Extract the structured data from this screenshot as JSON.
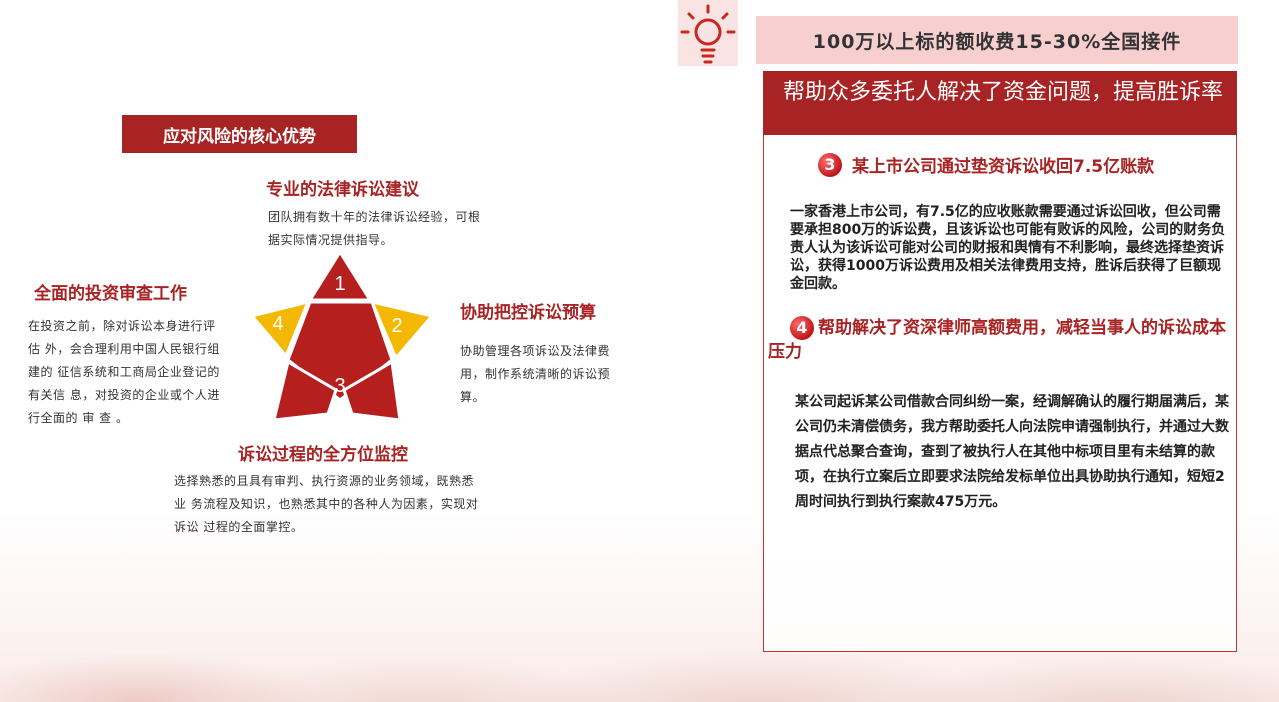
{
  "header": {
    "banner": "100万以上标的额收费15-30%全国接件",
    "red_title": "帮助众多委托人解决了资金问题，提高胜诉率"
  },
  "left": {
    "banner": "应对风险的核心优势",
    "star_numbers": [
      "1",
      "2",
      "3",
      "4"
    ],
    "sections": {
      "s1": {
        "title": "专业的法律诉讼建议",
        "text": "团队拥有数十年的法律诉讼经验，可根据实际情况提供指导。"
      },
      "s2": {
        "title": "协助把控诉讼预算",
        "text": "协助管理各项诉讼及法律费用，制作系统清晰的诉讼预算。"
      },
      "s3": {
        "title": "诉讼过程的全方位监控",
        "text": "选择熟悉的且具有审判、执行资源的业务领域，既熟悉业 务流程及知识，也熟悉其中的各种人为因素，实现对诉讼 过程的全面掌控。"
      },
      "s4": {
        "title": "全面的投资审查工作",
        "text": "在投资之前，除对诉讼本身进行评估 外，会合理利用中国人民银行组建的 征信系统和工商局企业登记的有关信 息，对投资的企业或个人进行全面的 审 查 。"
      }
    }
  },
  "cases": [
    {
      "num": "3",
      "title": "某上市公司通过垫资诉讼收回7.5亿账款",
      "body": "一家香港上市公司，有7.5亿的应收账款需要通过诉讼回收，但公司需要承担800万的诉讼费，且该诉讼也可能有败诉的风险，公司的财务负责人认为该诉讼可能对公司的财报和舆情有不利影响，最终选择垫资诉讼，获得1000万诉讼费用及相关法律费用支持，胜诉后获得了巨额现金回款。"
    },
    {
      "num": "4",
      "title": "帮助解决了资深律师高额费用，减轻当事人的诉讼成本压力",
      "body": "某公司起诉某公司借款合同纠纷一案，经调解确认的履行期届满后，某公司仍未清偿债务，我方帮助委托人向法院申请强制执行，并通过大数据点代总聚合查询，查到了被执行人在其他中标项目里有未结算的款项，在执行立案后立即要求法院给发标单位出具协助执行通知，短短2周时间执行到执行案款475万元。"
    }
  ],
  "colors": {
    "brand_red": "#a82424",
    "gold": "#f5b800",
    "pink": "#f7cfcf"
  },
  "icons": [
    "lightbulb-icon",
    "star-diagram"
  ]
}
